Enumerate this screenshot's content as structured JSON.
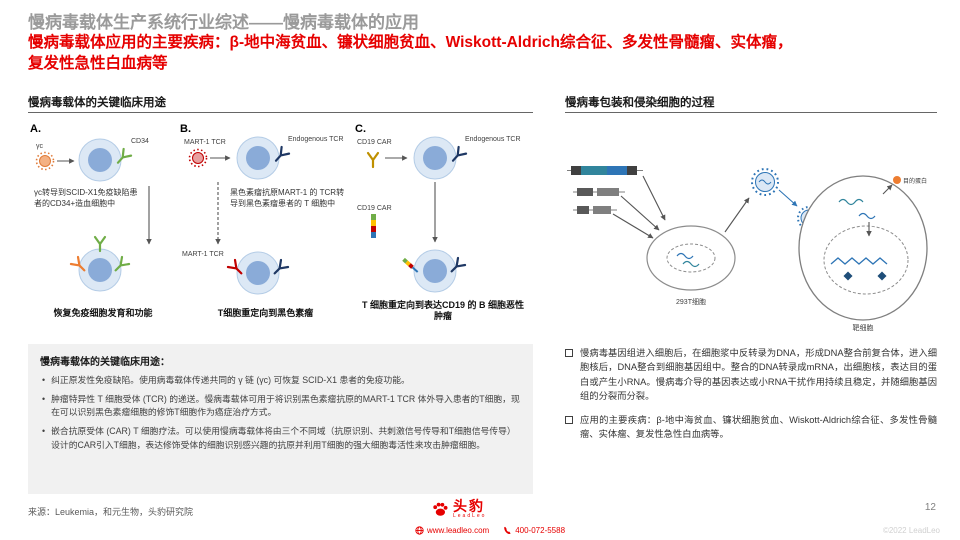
{
  "page": {
    "title": "慢病毒载体生产系统行业综述——慢病毒载体的应用",
    "subtitle": "慢病毒载体应用的主要疾病：β-地中海贫血、镰状细胞贫血、Wiskott-Aldrich综合征、多发性骨髓瘤、实体瘤，复发性急性白血病等",
    "page_number": "12",
    "copyright": "©2022 LeadLeo"
  },
  "colors": {
    "accent_red": "#e60000",
    "cell_blue": "#8aabd8",
    "virus_blue": "#2e75b6"
  },
  "left": {
    "header": "慢病毒载体的关键临床用途",
    "panels": [
      {
        "label": "A.",
        "receptor_left": "γc",
        "receptor_right": "CD34",
        "step_text": "γc转导到SCID-X1免疫缺陷患者的CD34+造血细胞中",
        "caption": "恢复免疫细胞发育和功能"
      },
      {
        "label": "B.",
        "receptor_left": "MART-1 TCR",
        "receptor_right": "Endogenous TCR",
        "bottom_label": "MART-1 TCR",
        "step_text": "黑色素瘤抗原MART-1 的 TCR转导到黑色素瘤患者的 T 细胞中",
        "caption": "T细胞重定向到黑色素瘤"
      },
      {
        "label": "C.",
        "receptor_left": "CD19 CAR",
        "receptor_right": "Endogenous TCR",
        "bottom_label": "CD19 CAR",
        "caption": "T 细胞重定向到表达CD19 的 B 细胞恶性肿瘤"
      }
    ],
    "info_box": {
      "title": "慢病毒载体的关键临床用途：",
      "bullets": [
        "纠正原发性免疫缺陷。使用病毒载体传递共同的 γ 链 (γc) 可恢复 SCID-X1 患者的免疫功能。",
        "肿瘤特异性 T 细胞受体 (TCR) 的递送。慢病毒载体可用于将识别黑色素瘤抗原的MART-1 TCR 体外导入患者的T细胞，现在可以识别黑色素瘤细胞的修饰T细胞作为癌症治疗方式。",
        "嵌合抗原受体 (CAR) T 细胞疗法。可以使用慢病毒载体将由三个不同域（抗原识别、共刺激信号传导和T细胞信号传导）设计的CAR引入T细胞，表达修饰受体的细胞识别感兴趣的抗原并利用T细胞的强大细胞毒活性来攻击肿瘤细胞。"
      ]
    },
    "source": "来源：Leukemia，和元生物，头豹研究院"
  },
  "right": {
    "header": "慢病毒包装和侵染细胞的过程",
    "diagram": {
      "packaging_cell_label": "293T细胞",
      "target_cell_label": "靶细胞",
      "protein_label": "目的蛋白"
    },
    "bullets": [
      "慢病毒基因组进入细胞后，在细胞浆中反转录为DNA，形成DNA整合前复合体，进入细胞核后，DNA整合到细胞基因组中。整合的DNA转录成mRNA，出细胞核，表达目的蛋白或产生小RNA。慢病毒介导的基因表达或小RNA干扰作用持续且稳定，并随细胞基因组的分裂而分裂。",
      "应用的主要疾病：β-地中海贫血、镰状细胞贫血、Wiskott-Aldrich综合征、多发性骨髓瘤、实体瘤、复发性急性白血病等。"
    ]
  },
  "footer": {
    "logo_text": "头豹",
    "logo_sub": "LeadLeo",
    "website": "www.leadleo.com",
    "phone": "400-072-5588"
  }
}
